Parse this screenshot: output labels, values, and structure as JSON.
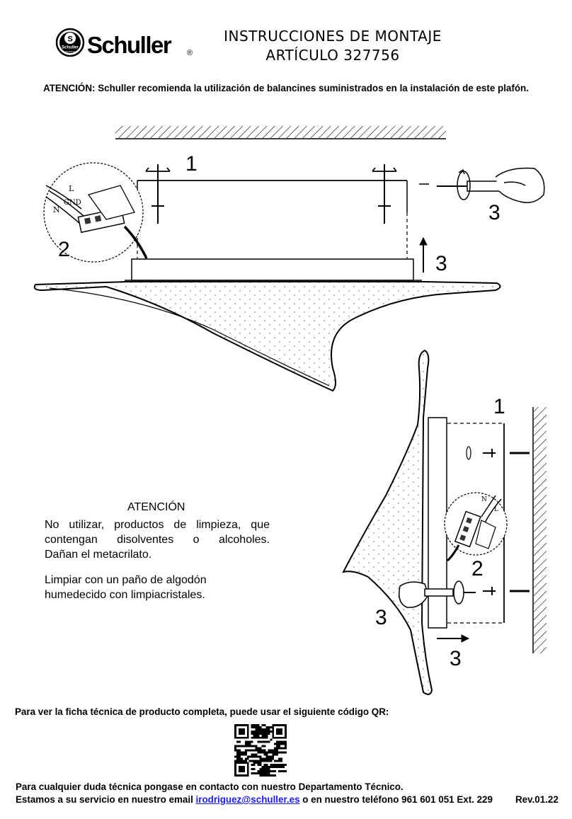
{
  "brand": {
    "logo_text": "Schuller",
    "registered": "®",
    "emblem_letter": "S",
    "emblem_text": "Schuller",
    "emblem_sub": "VALENCIA"
  },
  "header": {
    "title_line1": "INSTRUCCIONES DE MONTAJE",
    "title_line2": "ARTÍCULO  327756"
  },
  "attention_top": "ATENCIÓN: Schuller recomienda la utilización de balancines suministrados en la instalación de este plafón.",
  "diagram_top": {
    "step_labels": [
      "1",
      "2",
      "3",
      "3"
    ],
    "wire_labels": [
      "L",
      "GND",
      "N"
    ]
  },
  "diagram_side": {
    "step_labels": [
      "1",
      "2",
      "3",
      "3"
    ],
    "wire_labels": [
      "N",
      "L"
    ]
  },
  "warning": {
    "heading": "ATENCIÓN",
    "paragraph1_line1": "No utilizar, productos de limpieza, que",
    "paragraph1_line2": "contengan disolventes o alcoholes.",
    "paragraph1_line3": "Dañan el metacrilato.",
    "paragraph2_line1": "Limpiar con un paño de algodón",
    "paragraph2_line2": "humedecido con limpiacristales."
  },
  "qr_section": {
    "text": "Para ver la ficha técnica de producto completa, puede usar el siguiente código QR:"
  },
  "footer": {
    "line1": "Para cualquier duda técnica pongase en contacto con nuestro Departamento Técnico.",
    "line2_prefix": "Estamos a su servicio en nuestro email ",
    "email": "irodriguez@schuller.es",
    "line2_suffix": " o en nuestro teléfono 961 601 051 Ext. 229",
    "revision": "Rev.01.22"
  }
}
